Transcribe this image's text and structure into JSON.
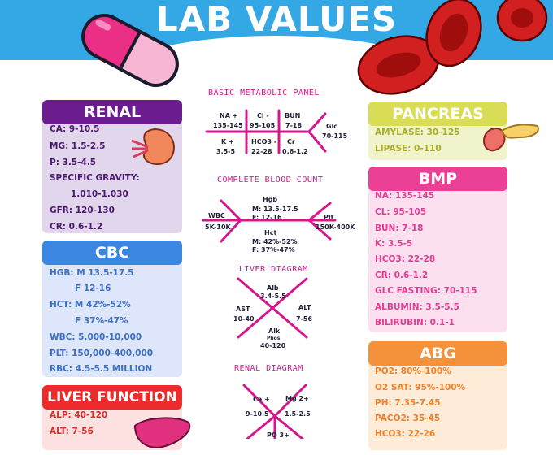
{
  "header": {
    "title": "LAB VALUES",
    "subtitle": "CHEAT SHEET"
  },
  "colors": {
    "header_blue": "#33a8e4",
    "renal": "#6b1d8f",
    "cbc": "#3a86e0",
    "liver": "#ee2b2b",
    "pancreas": "#d9dd55",
    "bmp": "#ec3f96",
    "abg": "#f5913b",
    "diagram_pink": "#d6168c"
  },
  "renal": {
    "title": "RENAL",
    "items": [
      "CA: 9-10.5",
      "MG: 1.5-2.5",
      "P: 3.5-4.5",
      "SPECIFIC GRAVITY:",
      "1.010-1.030",
      "GFR: 120-130",
      "CR: 0.6-1.2"
    ]
  },
  "cbc": {
    "title": "CBC",
    "items": [
      "HGB: M 13.5-17.5",
      "F 12-16",
      "HCT: M 42%-52%",
      "F 37%-47%",
      "WBC: 5,000-10,000",
      "PLT: 150,000-400,000",
      "RBC: 4.5-5.5 MILLION"
    ]
  },
  "liver": {
    "title": "LIVER FUNCTION",
    "items": [
      "ALP: 40-120",
      "ALT: 7-56"
    ]
  },
  "pancreas": {
    "title": "PANCREAS",
    "items": [
      "AMYLASE: 30-125",
      "LIPASE: 0-110"
    ]
  },
  "bmp": {
    "title": "BMP",
    "items": [
      "NA: 135-145",
      "CL: 95-105",
      "BUN: 7-18",
      "K: 3.5-5",
      "HCO3: 22-28",
      "CR: 0.6-1.2",
      "GLC FASTING: 70-115",
      "ALBUMIN: 3.5-5.5",
      "BILIRUBIN: 0.1-1"
    ]
  },
  "abg": {
    "title": "ABG",
    "items": [
      "PO2: 80%-100%",
      "O2 SAT: 95%-100%",
      "PH: 7.35-7.45",
      "PACO2: 35-45",
      "HCO3: 22-26"
    ]
  },
  "diagrams": {
    "bmp": {
      "title": "BASIC METABOLIC PANEL",
      "na": "NA +",
      "na_v": "135-145",
      "cl": "Cl -",
      "cl_v": "95-105",
      "bun": "BUN",
      "bun_v": "7-18",
      "k": "K +",
      "k_v": "3.5-5",
      "hco3": "HCO3 -",
      "hco3_v": "22-28",
      "cr": "Cr",
      "cr_v": "0.6-1.2",
      "glc": "Glc",
      "glc_v": "70-115"
    },
    "cbc": {
      "title": "COMPLETE BLOOD COUNT",
      "hgb": "Hgb",
      "hgb_m": "M: 13.5-17.5",
      "hgb_f": "F: 12-16",
      "wbc": "WBC",
      "wbc_v": "5K-10K",
      "plt": "Plt",
      "plt_v": "150K-400K",
      "hct": "Hct",
      "hct_m": "M: 42%-52%",
      "hct_f": "F: 37%-47%"
    },
    "liver": {
      "title": "LIVER DIAGRAM",
      "alb": "Alb",
      "alb_v": "3.4-5.5",
      "ast": "AST",
      "ast_v": "10-40",
      "alt": "ALT",
      "alt_v": "7-56",
      "alk": "Alk",
      "phos": "Phos",
      "alk_v": "40-120"
    },
    "renal": {
      "title": "RENAL DIAGRAM",
      "ca": "Ca +",
      "ca_v": "9-10.5",
      "mg": "Mg 2+",
      "mg_v": "1.5-2.5",
      "po": "PO 3+"
    }
  }
}
